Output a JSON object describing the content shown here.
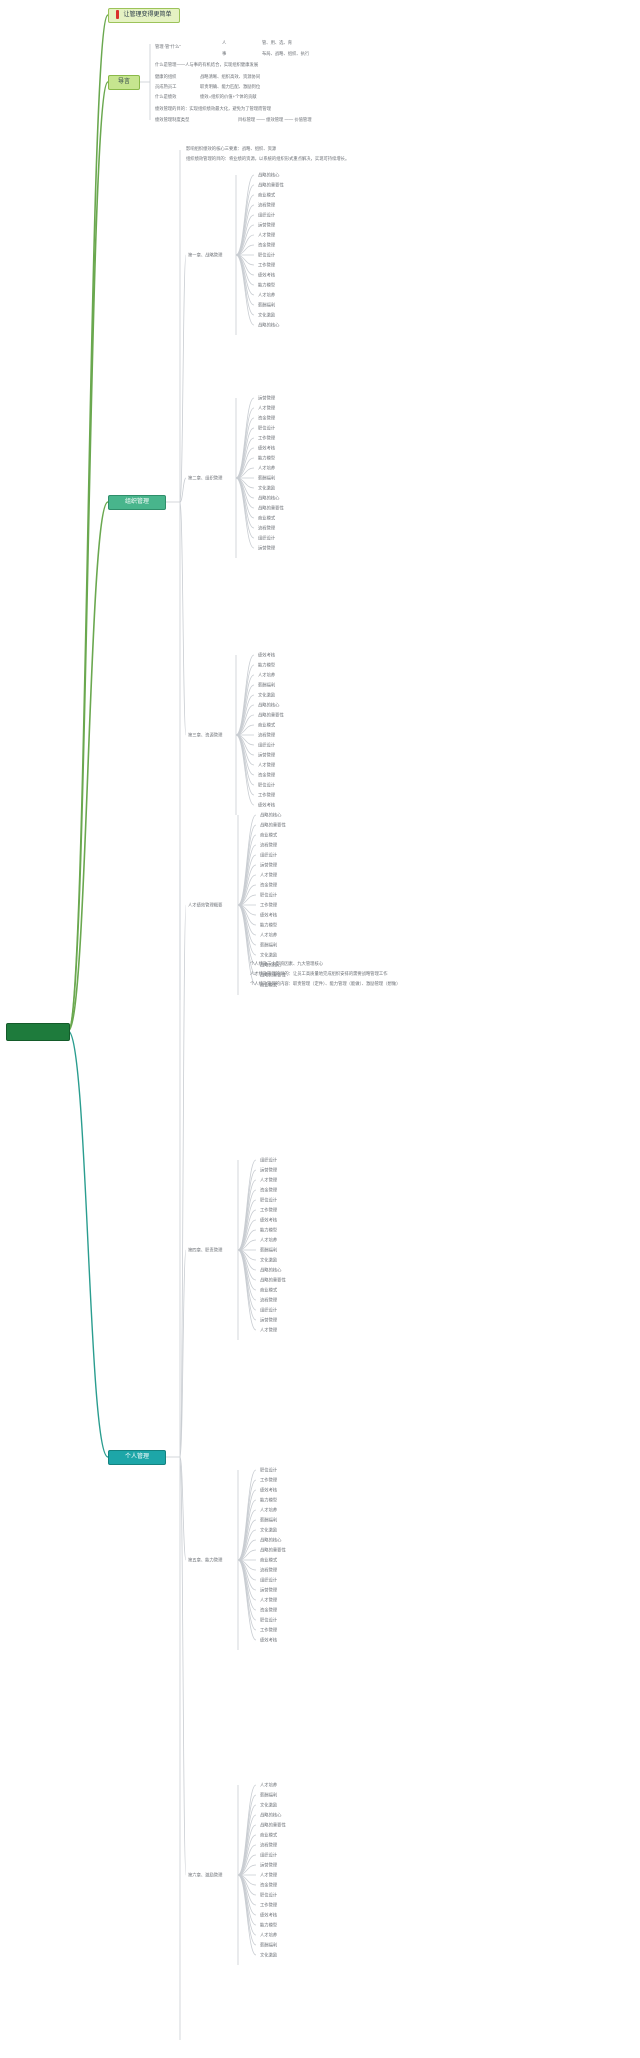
{
  "root": {
    "label": ""
  },
  "topics": [
    {
      "label": "让管理变得更简单",
      "accent": "#d9302c"
    },
    {
      "label": "导言"
    },
    {
      "label": "组织管理"
    },
    {
      "label": "个人管理"
    }
  ],
  "colors": {
    "root_fill": "#1e7b3c",
    "topic1_fill": "#e5f2c3",
    "topic2_fill": "#c6e58f",
    "topic3_fill": "#48b58c",
    "topic4_fill": "#1da6a8",
    "line_main": "#6aa84f",
    "line_teal": "#2a9d8f",
    "line_leaf": "#c9cdd2"
  },
  "intro_leaves": [
    "管理·管“什么”",
    "人",
    "事",
    "管、用、选、育",
    "布局、战略、组织、执行",
    "什么是管理——人与事的有机结合，实现组织健康发展",
    "健康的组织",
    "战略清晰、组织高效、资源协同",
    "员成熟员工",
    "职责明确、能力匹配、激励到位",
    "什么是绩效",
    "绩效=组织的价值+个体的贡献",
    "绩效管理的目的：实现组织绩效最大化，避免为了管理而管理",
    "绩效管理制度类型",
    "目标管理 —— 绩效管理 —— 价值管理"
  ],
  "org_chapters": [
    "第一章、战略管理",
    "第二章、组织管理",
    "第三章、资源管理"
  ],
  "org_intro": [
    "影响组织绩效的核心三要素：战略、组织、资源",
    "组织绩效管理的目的：将业绩的资源，以系统的组织形式重点解决，实现可持续增长。"
  ],
  "personal_chapters": [
    "人才绩效管理概要",
    "第四章、职责管理",
    "第五章、能力管理",
    "第六章、激励管理"
  ],
  "personal_notes": [
    "个人绩效三大影响因素、九大管理核心",
    "人才绩效管理的目的：让员工高质量地完成组织安排的需要战略管理工作",
    "个人绩效管理的内容：职责管理（定件）、能力管理（能做）、激励管理（想做）"
  ],
  "leaf_samples": [
    "战略的核心",
    "战略的重要性",
    "商业模式",
    "流程管理",
    "组织设计",
    "运营管理",
    "人才管理",
    "资金管理",
    "职位设计",
    "工作管理",
    "绩效考核",
    "能力模型",
    "人才培养",
    "薪酬福利",
    "文化激励"
  ]
}
